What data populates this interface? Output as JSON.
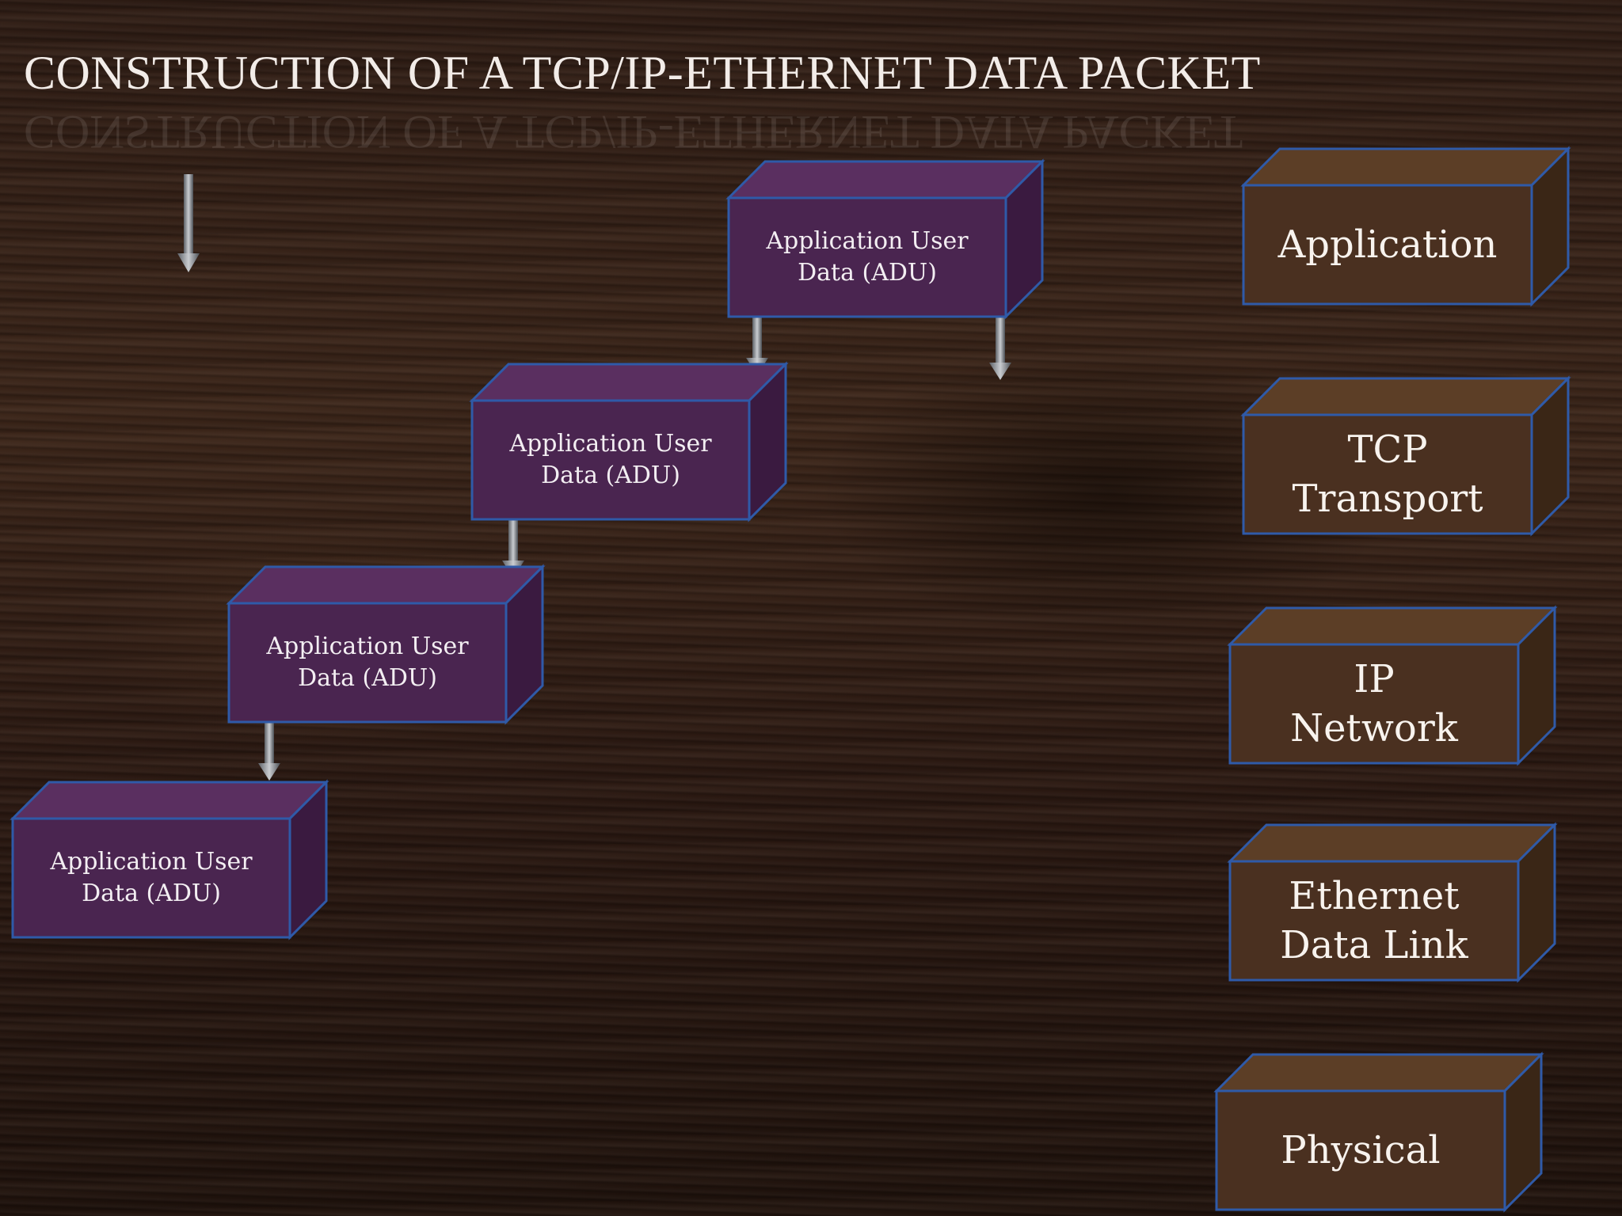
{
  "slide": {
    "title": "CONSTRUCTION OF A TCP/IP-ETHERNET DATA PACKET"
  },
  "packets": [
    {
      "line1": "Application User",
      "line2": "Data (ADU)"
    },
    {
      "line1": "Application User",
      "line2": "Data (ADU)"
    },
    {
      "line1": "Application User",
      "line2": "Data (ADU)"
    },
    {
      "line1": "Application User",
      "line2": "Data (ADU)"
    }
  ],
  "layers": [
    {
      "line1": "Application",
      "line2": ""
    },
    {
      "line1": "TCP",
      "line2": "Transport"
    },
    {
      "line1": "IP",
      "line2": "Network"
    },
    {
      "line1": "Ethernet",
      "line2": "Data Link"
    },
    {
      "line1": "Physical",
      "line2": ""
    }
  ],
  "colors": {
    "packet_fill": "#4a2550",
    "layer_fill": "#4a3020",
    "box_border": "#2f5aa8",
    "arrow": "#8c9096"
  }
}
